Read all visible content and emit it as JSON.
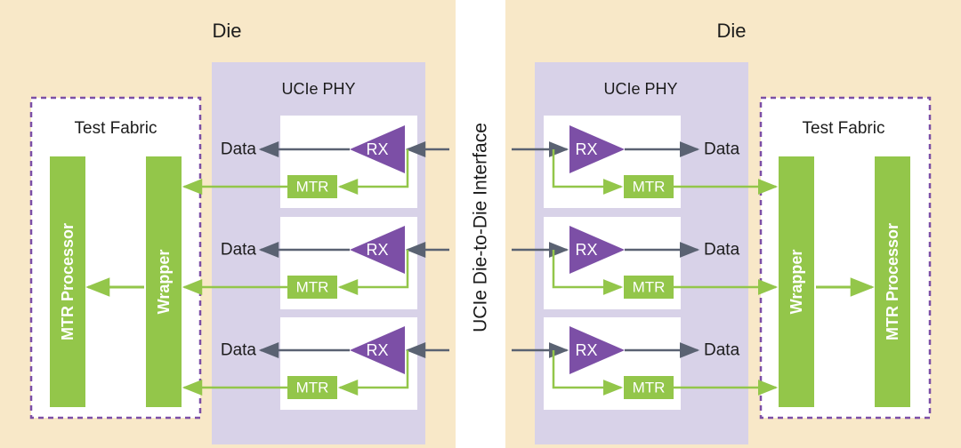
{
  "colors": {
    "die_bg": "#f8e8c8",
    "phy_bg": "#d8d2e8",
    "purple": "#7c4fa6",
    "green": "#93c64a",
    "gray_arrow": "#5a6272",
    "fabric_border": "#7c4fa6"
  },
  "left_die": {
    "title": "Die",
    "phy_title": "UCIe PHY",
    "fabric_title": "Test Fabric",
    "processor_label": "MTR Processor",
    "wrapper_label": "Wrapper",
    "lanes": [
      {
        "data": "Data",
        "rx": "RX",
        "mtr": "MTR"
      },
      {
        "data": "Data",
        "rx": "RX",
        "mtr": "MTR"
      },
      {
        "data": "Data",
        "rx": "RX",
        "mtr": "MTR"
      }
    ]
  },
  "right_die": {
    "title": "Die",
    "phy_title": "UCIe PHY",
    "fabric_title": "Test Fabric",
    "processor_label": "MTR Processor",
    "wrapper_label": "Wrapper",
    "lanes": [
      {
        "data": "Data",
        "rx": "RX",
        "mtr": "MTR"
      },
      {
        "data": "Data",
        "rx": "RX",
        "mtr": "MTR"
      },
      {
        "data": "Data",
        "rx": "RX",
        "mtr": "MTR"
      }
    ]
  },
  "interface_label": "UCIe Die-to-Die Interface",
  "icons": [
    "left-arrow-icon",
    "right-arrow-icon",
    "receiver-triangle-icon"
  ]
}
